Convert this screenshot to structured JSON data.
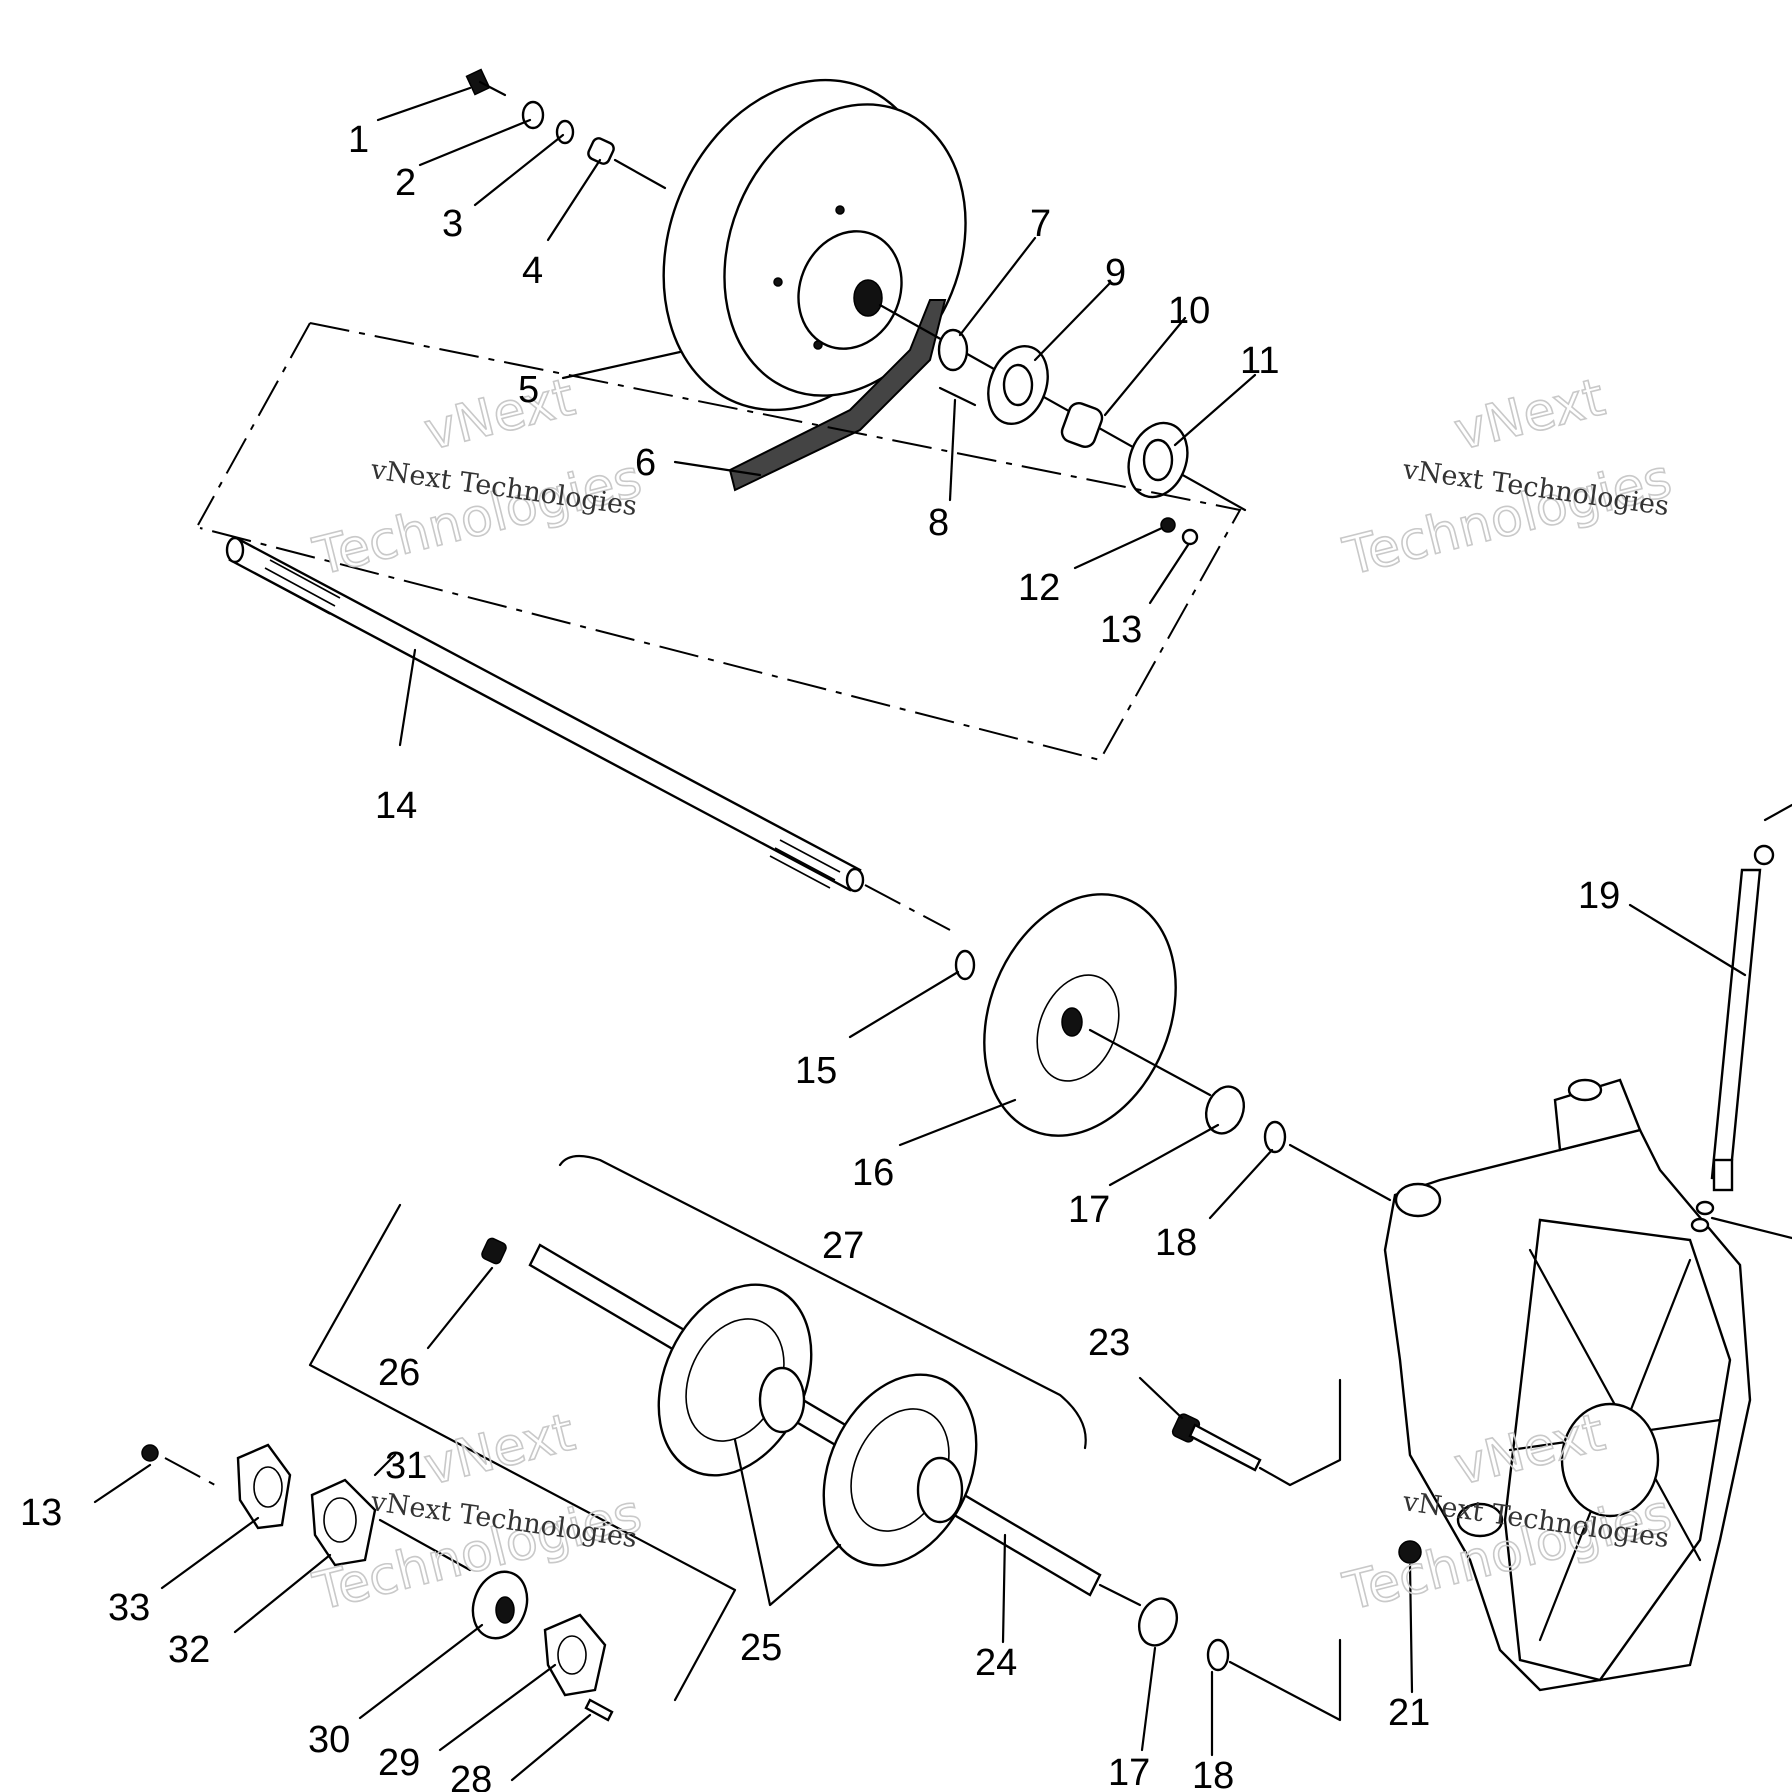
{
  "diagram": {
    "callouts": {
      "c1": "1",
      "c2": "2",
      "c3": "3",
      "c4": "4",
      "c5": "5",
      "c6": "6",
      "c7": "7",
      "c8": "8",
      "c9": "9",
      "c10": "10",
      "c11": "11",
      "c12": "12",
      "c13a": "13",
      "c14": "14",
      "c15": "15",
      "c16": "16",
      "c17a": "17",
      "c18a": "18",
      "c19": "19",
      "c21": "21",
      "c23": "23",
      "c24": "24",
      "c25": "25",
      "c26": "26",
      "c27": "27",
      "c28": "28",
      "c29": "29",
      "c30": "30",
      "c31": "31",
      "c32": "32",
      "c33": "33",
      "c13b": "13",
      "c17b": "17",
      "c18b": "18"
    },
    "watermark": {
      "text": "vNext Technologies",
      "big_line1": "vNext",
      "big_line2": "Technologies"
    }
  }
}
